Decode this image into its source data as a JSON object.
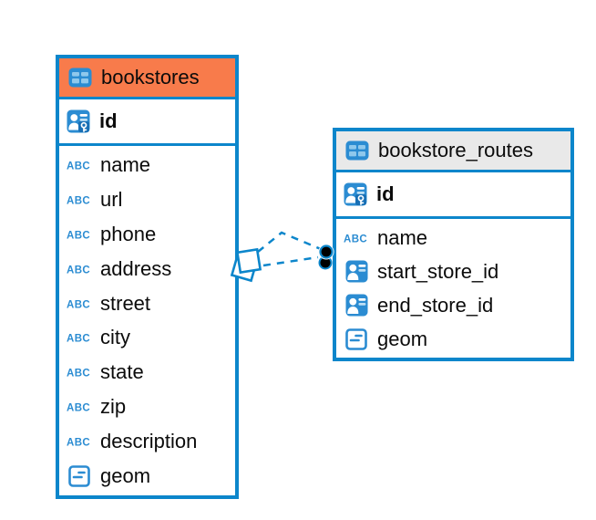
{
  "diagram": {
    "kind": "entity-relationship-diagram",
    "colors": {
      "accent_blue": "#0C86CB",
      "icon_blue": "#2B8CD2",
      "header_orange": "#F87B4B",
      "header_gray": "#E9E9E9",
      "connector_dot": "#000000",
      "text": "#0b0b0b",
      "background": "#ffffff"
    },
    "tables": [
      {
        "name": "bookstores",
        "header_style": "orange",
        "icon": "table-icon",
        "primary_key": {
          "name": "id",
          "icon": "primary-key-icon"
        },
        "columns": [
          {
            "name": "name",
            "icon": "text-type-icon"
          },
          {
            "name": "url",
            "icon": "text-type-icon"
          },
          {
            "name": "phone",
            "icon": "text-type-icon"
          },
          {
            "name": "address",
            "icon": "text-type-icon"
          },
          {
            "name": "street",
            "icon": "text-type-icon"
          },
          {
            "name": "city",
            "icon": "text-type-icon"
          },
          {
            "name": "state",
            "icon": "text-type-icon"
          },
          {
            "name": "zip",
            "icon": "text-type-icon"
          },
          {
            "name": "description",
            "icon": "text-type-icon"
          },
          {
            "name": "geom",
            "icon": "object-type-icon"
          }
        ]
      },
      {
        "name": "bookstore_routes",
        "header_style": "gray",
        "icon": "table-icon",
        "primary_key": {
          "name": "id",
          "icon": "primary-key-icon"
        },
        "columns": [
          {
            "name": "name",
            "icon": "text-type-icon"
          },
          {
            "name": "start_store_id",
            "icon": "foreign-key-icon"
          },
          {
            "name": "end_store_id",
            "icon": "foreign-key-icon"
          },
          {
            "name": "geom",
            "icon": "object-type-icon"
          }
        ]
      }
    ],
    "connector": {
      "line_style": "dashed",
      "color": "#0C86CB",
      "left_marker": "overlapping-diamonds-icon",
      "right_marker": "double-dot-icon"
    }
  }
}
